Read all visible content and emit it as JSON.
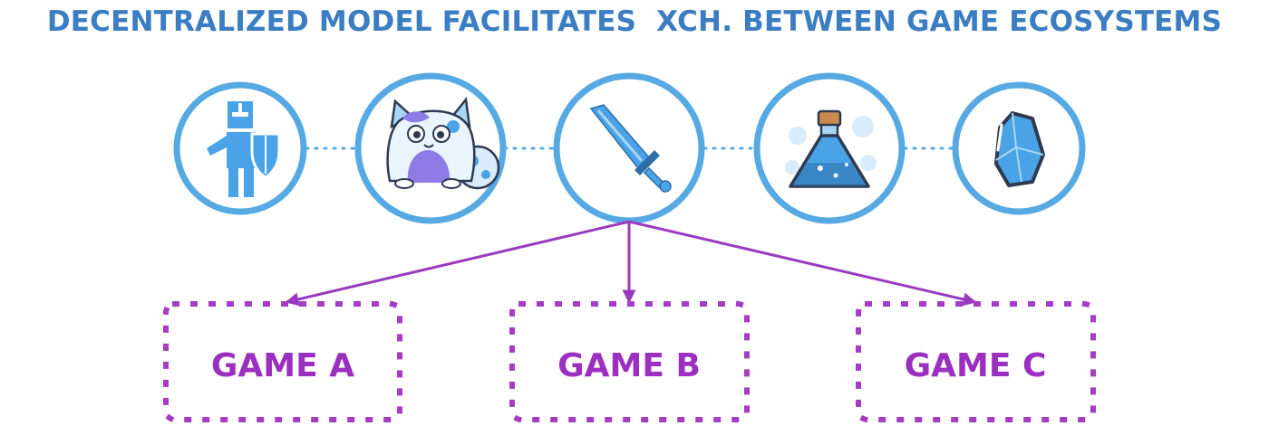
{
  "title": "DECENTRALIZED MODEL FACILITATES  XCH. BETWEEN GAME ECOSYSTEMS",
  "colors": {
    "title": "#3a7dc2",
    "node_ring": "#57a9e3",
    "icon_blue": "#4aa3e6",
    "icon_light": "#a9d6f5",
    "icon_purple": "#8e7be6",
    "arrow": "#9a3bbf",
    "game_box": "#a43cc4",
    "game_text": "#9a2fc0"
  },
  "nodes": [
    {
      "icon": "knight-icon"
    },
    {
      "icon": "cat-icon"
    },
    {
      "icon": "sword-icon"
    },
    {
      "icon": "potion-icon"
    },
    {
      "icon": "crystal-icon"
    }
  ],
  "games": [
    {
      "label": "GAME A"
    },
    {
      "label": "GAME B"
    },
    {
      "label": "GAME C"
    }
  ]
}
